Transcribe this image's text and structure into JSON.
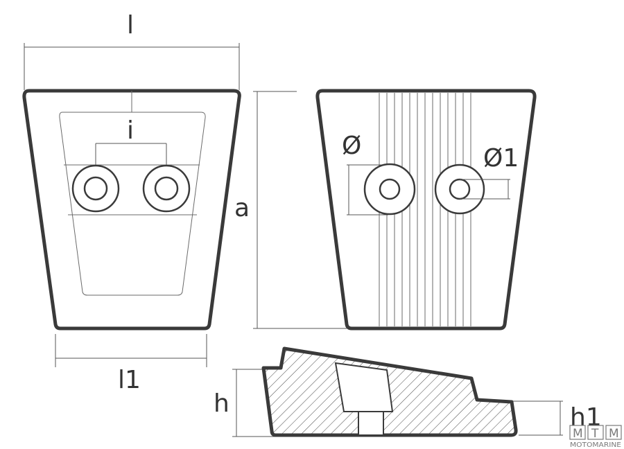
{
  "labels": {
    "l": "l",
    "l1": "l1",
    "i": "i",
    "a": "a",
    "dia": "Ø",
    "dia1": "Ø1",
    "h": "h",
    "h1": "h1"
  },
  "logo": {
    "letters": [
      "M",
      "T",
      "M"
    ],
    "caption": "MOTOMARINE"
  },
  "colors": {
    "stroke": "#3a3a3a",
    "hatch": "#555555",
    "logo": "#7a7a7a"
  }
}
